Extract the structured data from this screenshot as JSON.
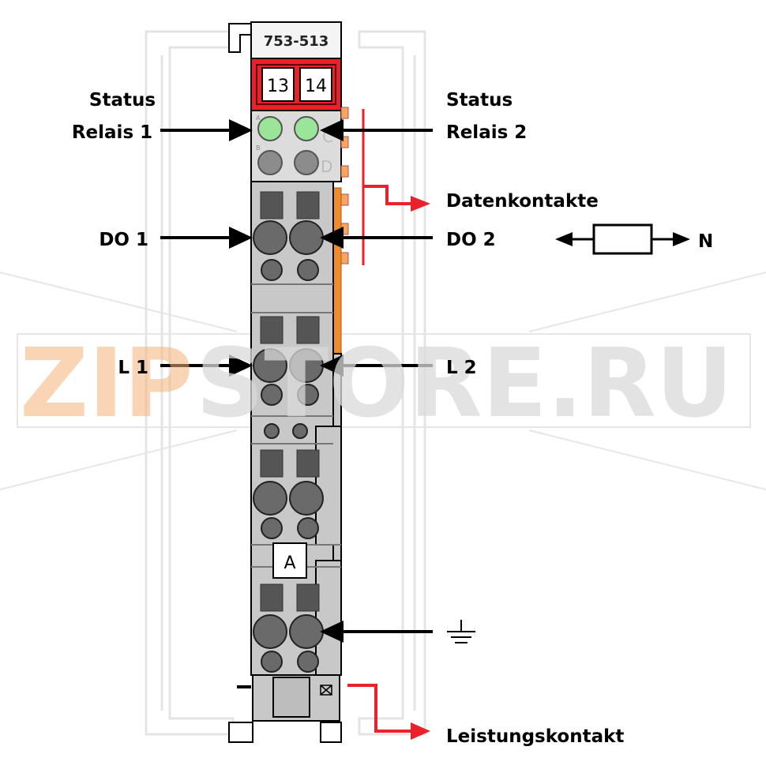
{
  "module": {
    "model": "753-513",
    "terminal_left": "13",
    "terminal_right": "14",
    "led_row_a_color": "#9be59b",
    "led_row_b_color": "#8c8c8c",
    "module_body_color": "#c8c8c8",
    "led_panel_color": "#dcdcdc",
    "header_color": "#e8212a",
    "data_contact_color": "#f7a65e",
    "strip_color": "#f28a2e",
    "marker_a": "A",
    "led_label_a": "A",
    "led_label_b": "B",
    "led_label_c": "C",
    "led_label_d": "D"
  },
  "labels": {
    "status_relais_1_line1": "Status",
    "status_relais_1_line2": "Relais 1",
    "status_relais_2_line1": "Status",
    "status_relais_2_line2": "Relais 2",
    "datenkontakte": "Datenkontakte",
    "do1": "DO 1",
    "do2": "DO 2",
    "n": "N",
    "l1": "L 1",
    "l2": "L 2",
    "leistungskontakt": "Leistungskontakt"
  },
  "watermark": "ZIPSTORE.RU",
  "colors": {
    "arrow_black": "#000000",
    "arrow_red": "#e8212a",
    "watermark_orange": "#f4b27a",
    "watermark_grey": "#d9d9d9"
  }
}
